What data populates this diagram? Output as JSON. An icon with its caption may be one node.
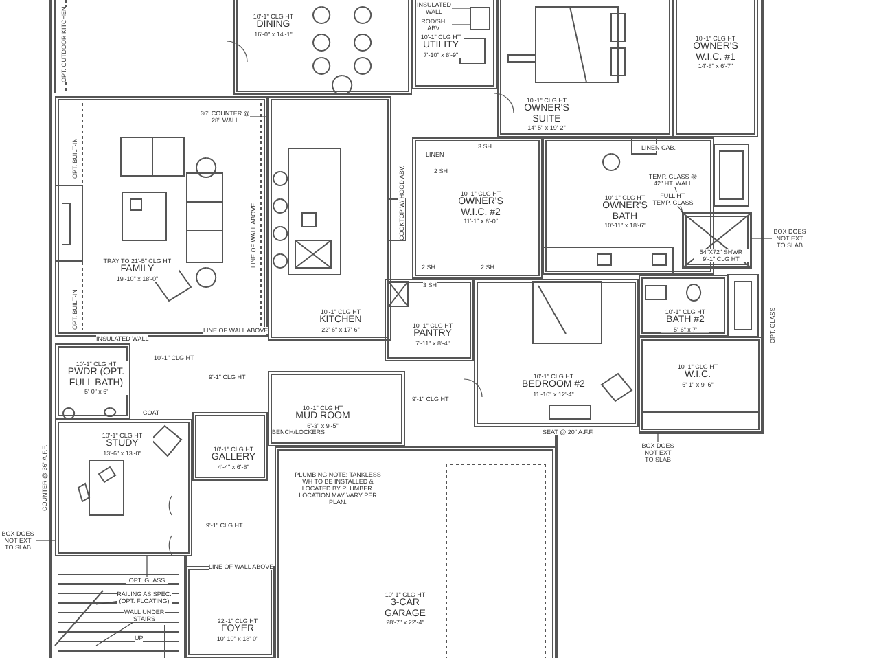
{
  "diagram": {
    "nodes": [
      {
        "text": [
          "10'-1\" CLG HT",
          "DINING",
          "16'-0\" x 14'-1\""
        ]
      },
      {
        "text": [
          "10'-1\" CLG HT",
          "UTILITY",
          "7'-10\" x 8'-9\""
        ]
      },
      {
        "text": [
          "10'-1\" CLG HT",
          "OWNER'S SUITE",
          "14'-5\" x 19'-2\""
        ]
      },
      {
        "text": [
          "10'-1\" CLG HT",
          "OWNER'S W.I.C. #1",
          "14'-8\" x 6'-7\""
        ]
      },
      {
        "text": [
          "TRAY TO 21'-5\" CLG HT",
          "FAMILY",
          "19'-10\" x 18'-0\""
        ]
      },
      {
        "text": [
          "10'-1\" CLG HT",
          "KITCHEN",
          "22'-6\" x 17'-6\""
        ]
      },
      {
        "text": [
          "10'-1\" CLG HT",
          "OWNER'S W.I.C. #2",
          "11'-1\" x 8'-0\""
        ]
      },
      {
        "text": [
          "10'-1\" CLG HT",
          "OWNER'S BATH",
          "10'-11\" x 18'-6\""
        ]
      },
      {
        "text": [
          "10'-1\" CLG HT",
          "PANTRY",
          "7'-11\" x 8'-4\""
        ]
      },
      {
        "text": [
          "10'-1\" CLG HT",
          "BEDROOM #2",
          "11'-10\" x 12'-4\""
        ]
      },
      {
        "text": [
          "10'-1\" CLG HT",
          "BATH #2",
          "5'-6\" x 7'"
        ]
      },
      {
        "text": [
          "10'-1\" CLG HT",
          "W.I.C.",
          "6'-1\" x 9'-6\""
        ]
      },
      {
        "text": [
          "10'-1\" CLG HT",
          "PWDR (OPT. FULL BATH)",
          "5'-0\" x 6'"
        ]
      },
      {
        "text": [
          "10'-1\" CLG HT",
          "STUDY",
          "13'-6\" x 13'-0\""
        ]
      },
      {
        "text": [
          "10'-1\" CLG HT",
          "GALLERY",
          "4'-4\" x 6'-8\""
        ]
      },
      {
        "text": [
          "10'-1\" CLG HT",
          "MUD ROOM",
          "6'-3\" x 9'-5\""
        ]
      },
      {
        "text": [
          "22'-1\" CLG HT",
          "FOYER",
          "10'-10\" x 18'-0\""
        ]
      },
      {
        "text": [
          "10'-1\" CLG HT",
          "3-CAR GARAGE",
          "28'-7\" x 22'-4\""
        ]
      },
      {
        "text": [
          "54\"X72\" SHWR",
          "9'-1\" CLG HT"
        ]
      },
      {
        "text": [
          "INSULATED WALL"
        ],
        "in": 1
      },
      {
        "text": [
          "ROD/SH. ABV."
        ],
        "in": 1
      },
      {
        "text": [
          "36\" COUNTER @ 28\" WALL"
        ],
        "in": 4
      },
      {
        "text": [
          "TEMP. GLASS @ 42\" HT. WALL"
        ],
        "in": 7
      },
      {
        "text": [
          "FULL HT. TEMP. GLASS"
        ],
        "in": 7
      },
      {
        "text": [
          "BOX DOES NOT EXT TO SLAB"
        ]
      },
      {
        "text": [
          "BOX DOES NOT EXT TO SLAB"
        ]
      },
      {
        "text": [
          "BOX DOES NOT EXT TO SLAB"
        ]
      },
      {
        "text": [
          "OPT. GLASS"
        ]
      },
      {
        "text": [
          "RAILING AS SPEC. (OPT. FLOATING)"
        ]
      },
      {
        "text": [
          "WALL UNDER STAIRS"
        ]
      },
      {
        "text": [],
        "shape": "box",
        "in": 1
      }
    ],
    "edges": [
      {
        "from": 19,
        "to": 30,
        "arrow": "none"
      },
      {
        "from": 20,
        "to": 30,
        "arrow": "none"
      },
      {
        "from": 21,
        "to": 5,
        "arrow": "none"
      },
      {
        "from": 22,
        "to": 18,
        "arrow": "none"
      },
      {
        "from": 23,
        "to": 18,
        "arrow": "none"
      },
      {
        "from": 24,
        "to": 18,
        "arrow": "none"
      },
      {
        "from": 25,
        "to": 11,
        "arrow": "none"
      },
      {
        "from": 26,
        "to": 13,
        "arrow": "none"
      },
      {
        "from": 27,
        "to": 13,
        "arrow": "none"
      },
      {
        "from": 28,
        "to": null,
        "arrow": "none"
      },
      {
        "from": 29,
        "to": null,
        "arrow": "none"
      }
    ],
    "labels": [
      "OPT. OUTDOOR KITCHEN",
      "OPT. BUILT-IN",
      "OPT. BUILT-IN",
      "LINE OF WALL ABOVE",
      "LINEN",
      "3 SH",
      "2 SH",
      "COOKTOP W/ HOOD ABV.",
      "LINEN CAB.",
      "2 SH",
      "2 SH",
      "3 SH",
      "LINE OF WALL ABOVE",
      "INSULATED WALL",
      "10'-1\" CLG HT",
      "9'-1\" CLG HT",
      "COAT",
      "BENCH/LOCKERS",
      "9'-1\" CLG HT",
      "PLUMBING NOTE: TANKLESS WH TO BE INSTALLED & LOCATED BY PLUMBER. LOCATION MAY VARY PER PLAN.",
      "SEAT @ 20\" A.F.F.",
      "COUNTER @ 36\" A.F.F.",
      "9'-1\" CLG HT",
      "LINE OF WALL ABOVE",
      "OPT. GLASS",
      "UP"
    ]
  }
}
